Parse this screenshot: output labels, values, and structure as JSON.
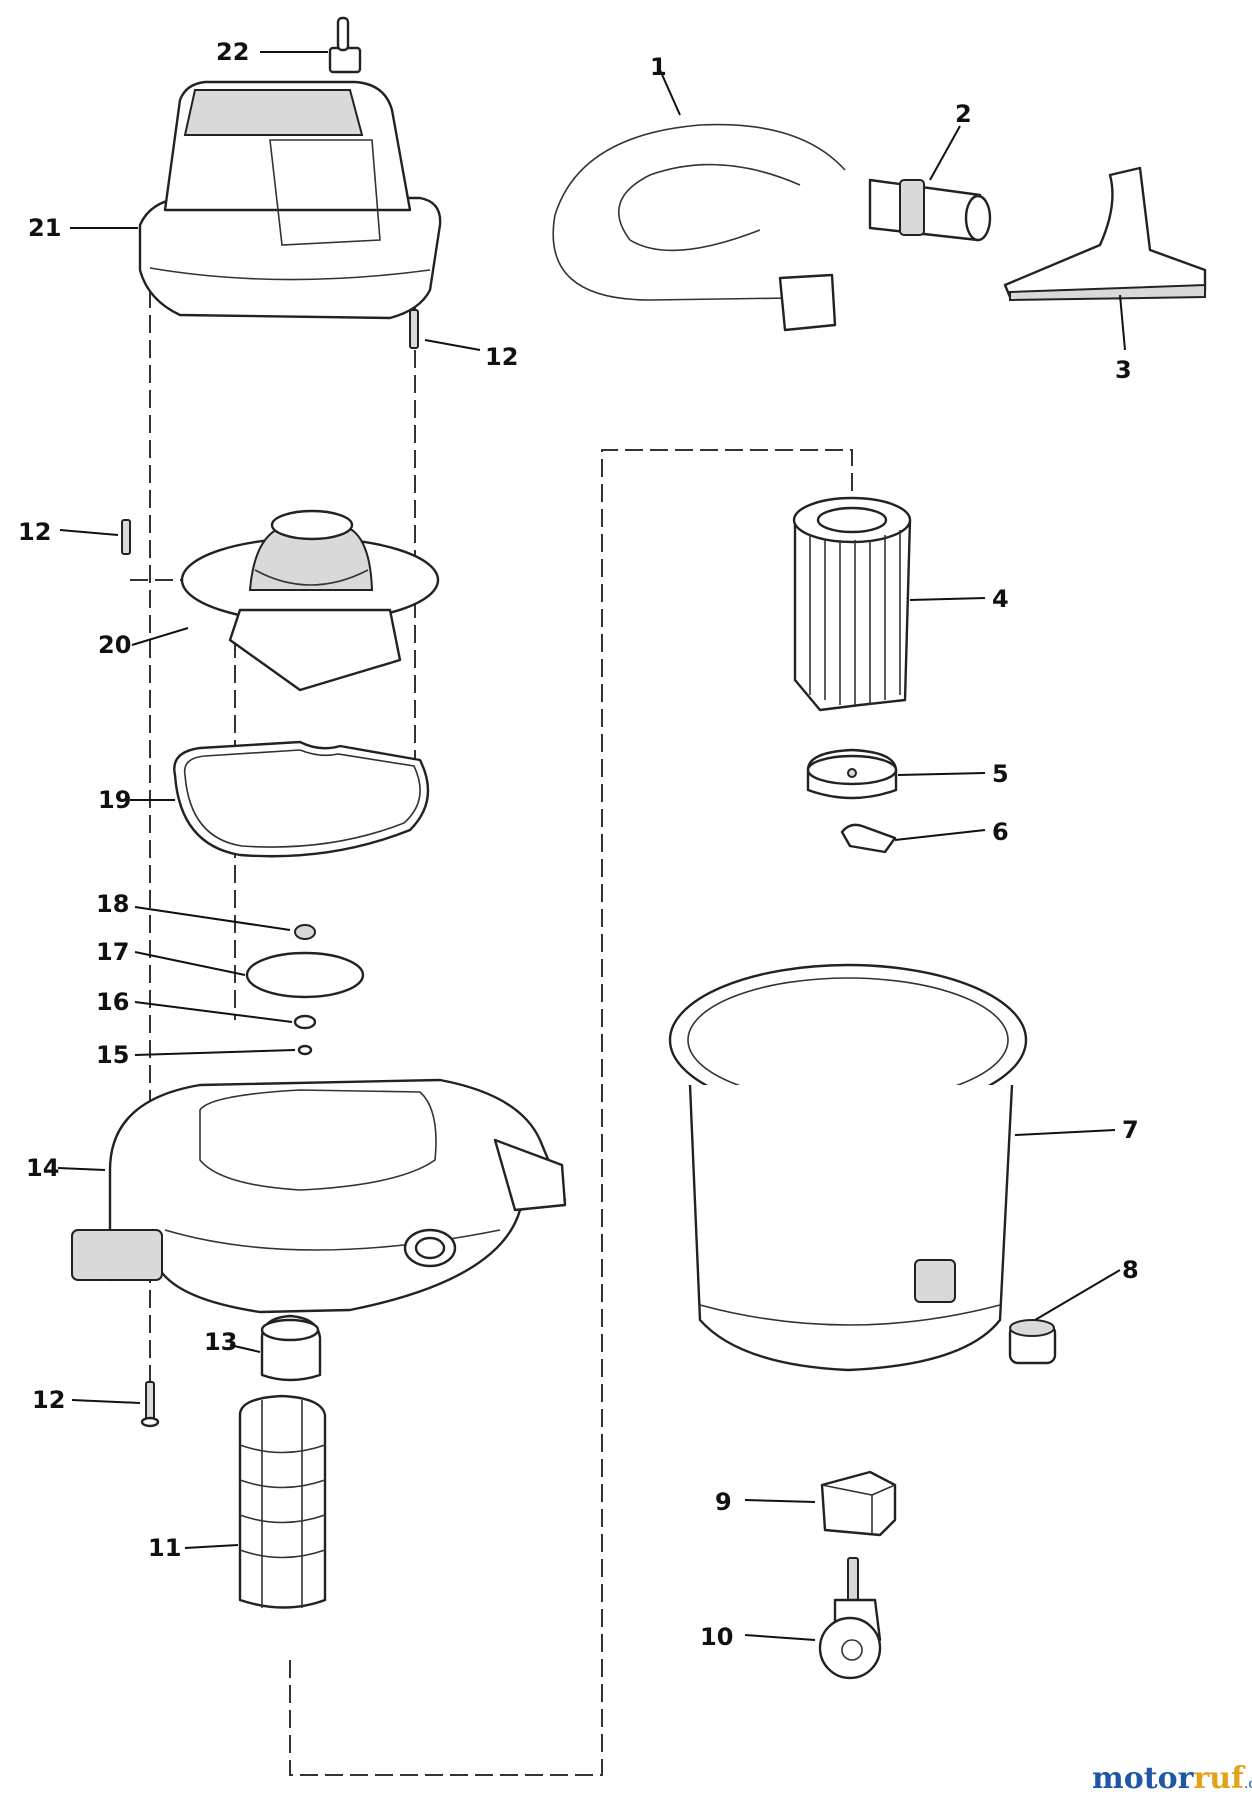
{
  "callouts": [
    {
      "id": "1",
      "label": "1"
    },
    {
      "id": "2",
      "label": "2"
    },
    {
      "id": "3",
      "label": "3"
    },
    {
      "id": "4",
      "label": "4"
    },
    {
      "id": "5",
      "label": "5"
    },
    {
      "id": "6",
      "label": "6"
    },
    {
      "id": "7",
      "label": "7"
    },
    {
      "id": "8",
      "label": "8"
    },
    {
      "id": "9",
      "label": "9"
    },
    {
      "id": "10",
      "label": "10"
    },
    {
      "id": "11",
      "label": "11"
    },
    {
      "id": "12a",
      "label": "12"
    },
    {
      "id": "12b",
      "label": "12"
    },
    {
      "id": "12c",
      "label": "12"
    },
    {
      "id": "13",
      "label": "13"
    },
    {
      "id": "14",
      "label": "14"
    },
    {
      "id": "15",
      "label": "15"
    },
    {
      "id": "16",
      "label": "16"
    },
    {
      "id": "17",
      "label": "17"
    },
    {
      "id": "18",
      "label": "18"
    },
    {
      "id": "19",
      "label": "19"
    },
    {
      "id": "20",
      "label": "20"
    },
    {
      "id": "21",
      "label": "21"
    },
    {
      "id": "22",
      "label": "22"
    }
  ],
  "watermark": {
    "brand_main": "motor",
    "brand_accent": "uf",
    "brand_r": "r",
    "tld": ".de",
    "colors": {
      "main": "#1e57a6",
      "accent": "#e3a21a"
    }
  }
}
